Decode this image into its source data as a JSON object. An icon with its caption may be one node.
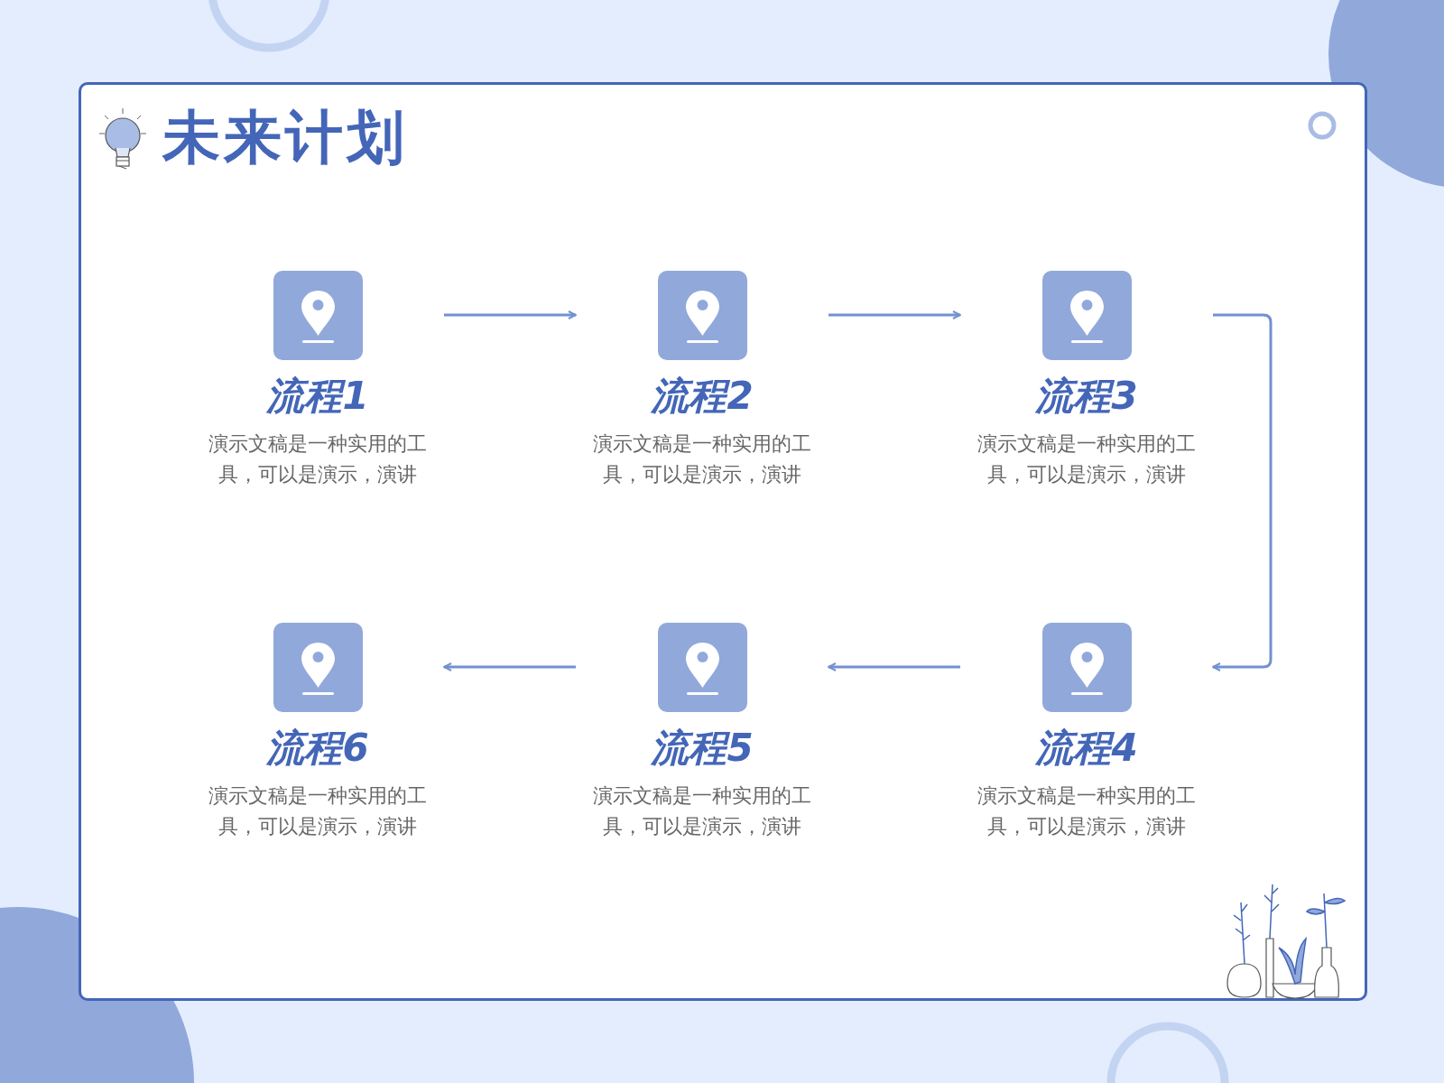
{
  "diagram": {
    "title": "未来计划",
    "nodes": [
      {
        "text": [
          "流程1",
          "演示文稿是一种实用的工具，可以是演示，演讲"
        ]
      },
      {
        "text": [
          "流程2",
          "演示文稿是一种实用的工具，可以是演示，演讲"
        ]
      },
      {
        "text": [
          "流程3",
          "演示文稿是一种实用的工具，可以是演示，演讲"
        ]
      },
      {
        "text": [
          "流程4",
          "演示文稿是一种实用的工具，可以是演示，演讲"
        ]
      },
      {
        "text": [
          "流程5",
          "演示文稿是一种实用的工具，可以是演示，演讲"
        ]
      },
      {
        "text": [
          "流程6",
          "演示文稿是一种实用的工具，可以是演示，演讲"
        ]
      }
    ],
    "edges": [
      {
        "from": 0,
        "to": 1,
        "arrow": "to"
      },
      {
        "from": 1,
        "to": 2,
        "arrow": "to"
      },
      {
        "from": 2,
        "to": 3,
        "arrow": "to"
      },
      {
        "from": 3,
        "to": 4,
        "arrow": "to"
      },
      {
        "from": 4,
        "to": 5,
        "arrow": "to"
      }
    ]
  }
}
